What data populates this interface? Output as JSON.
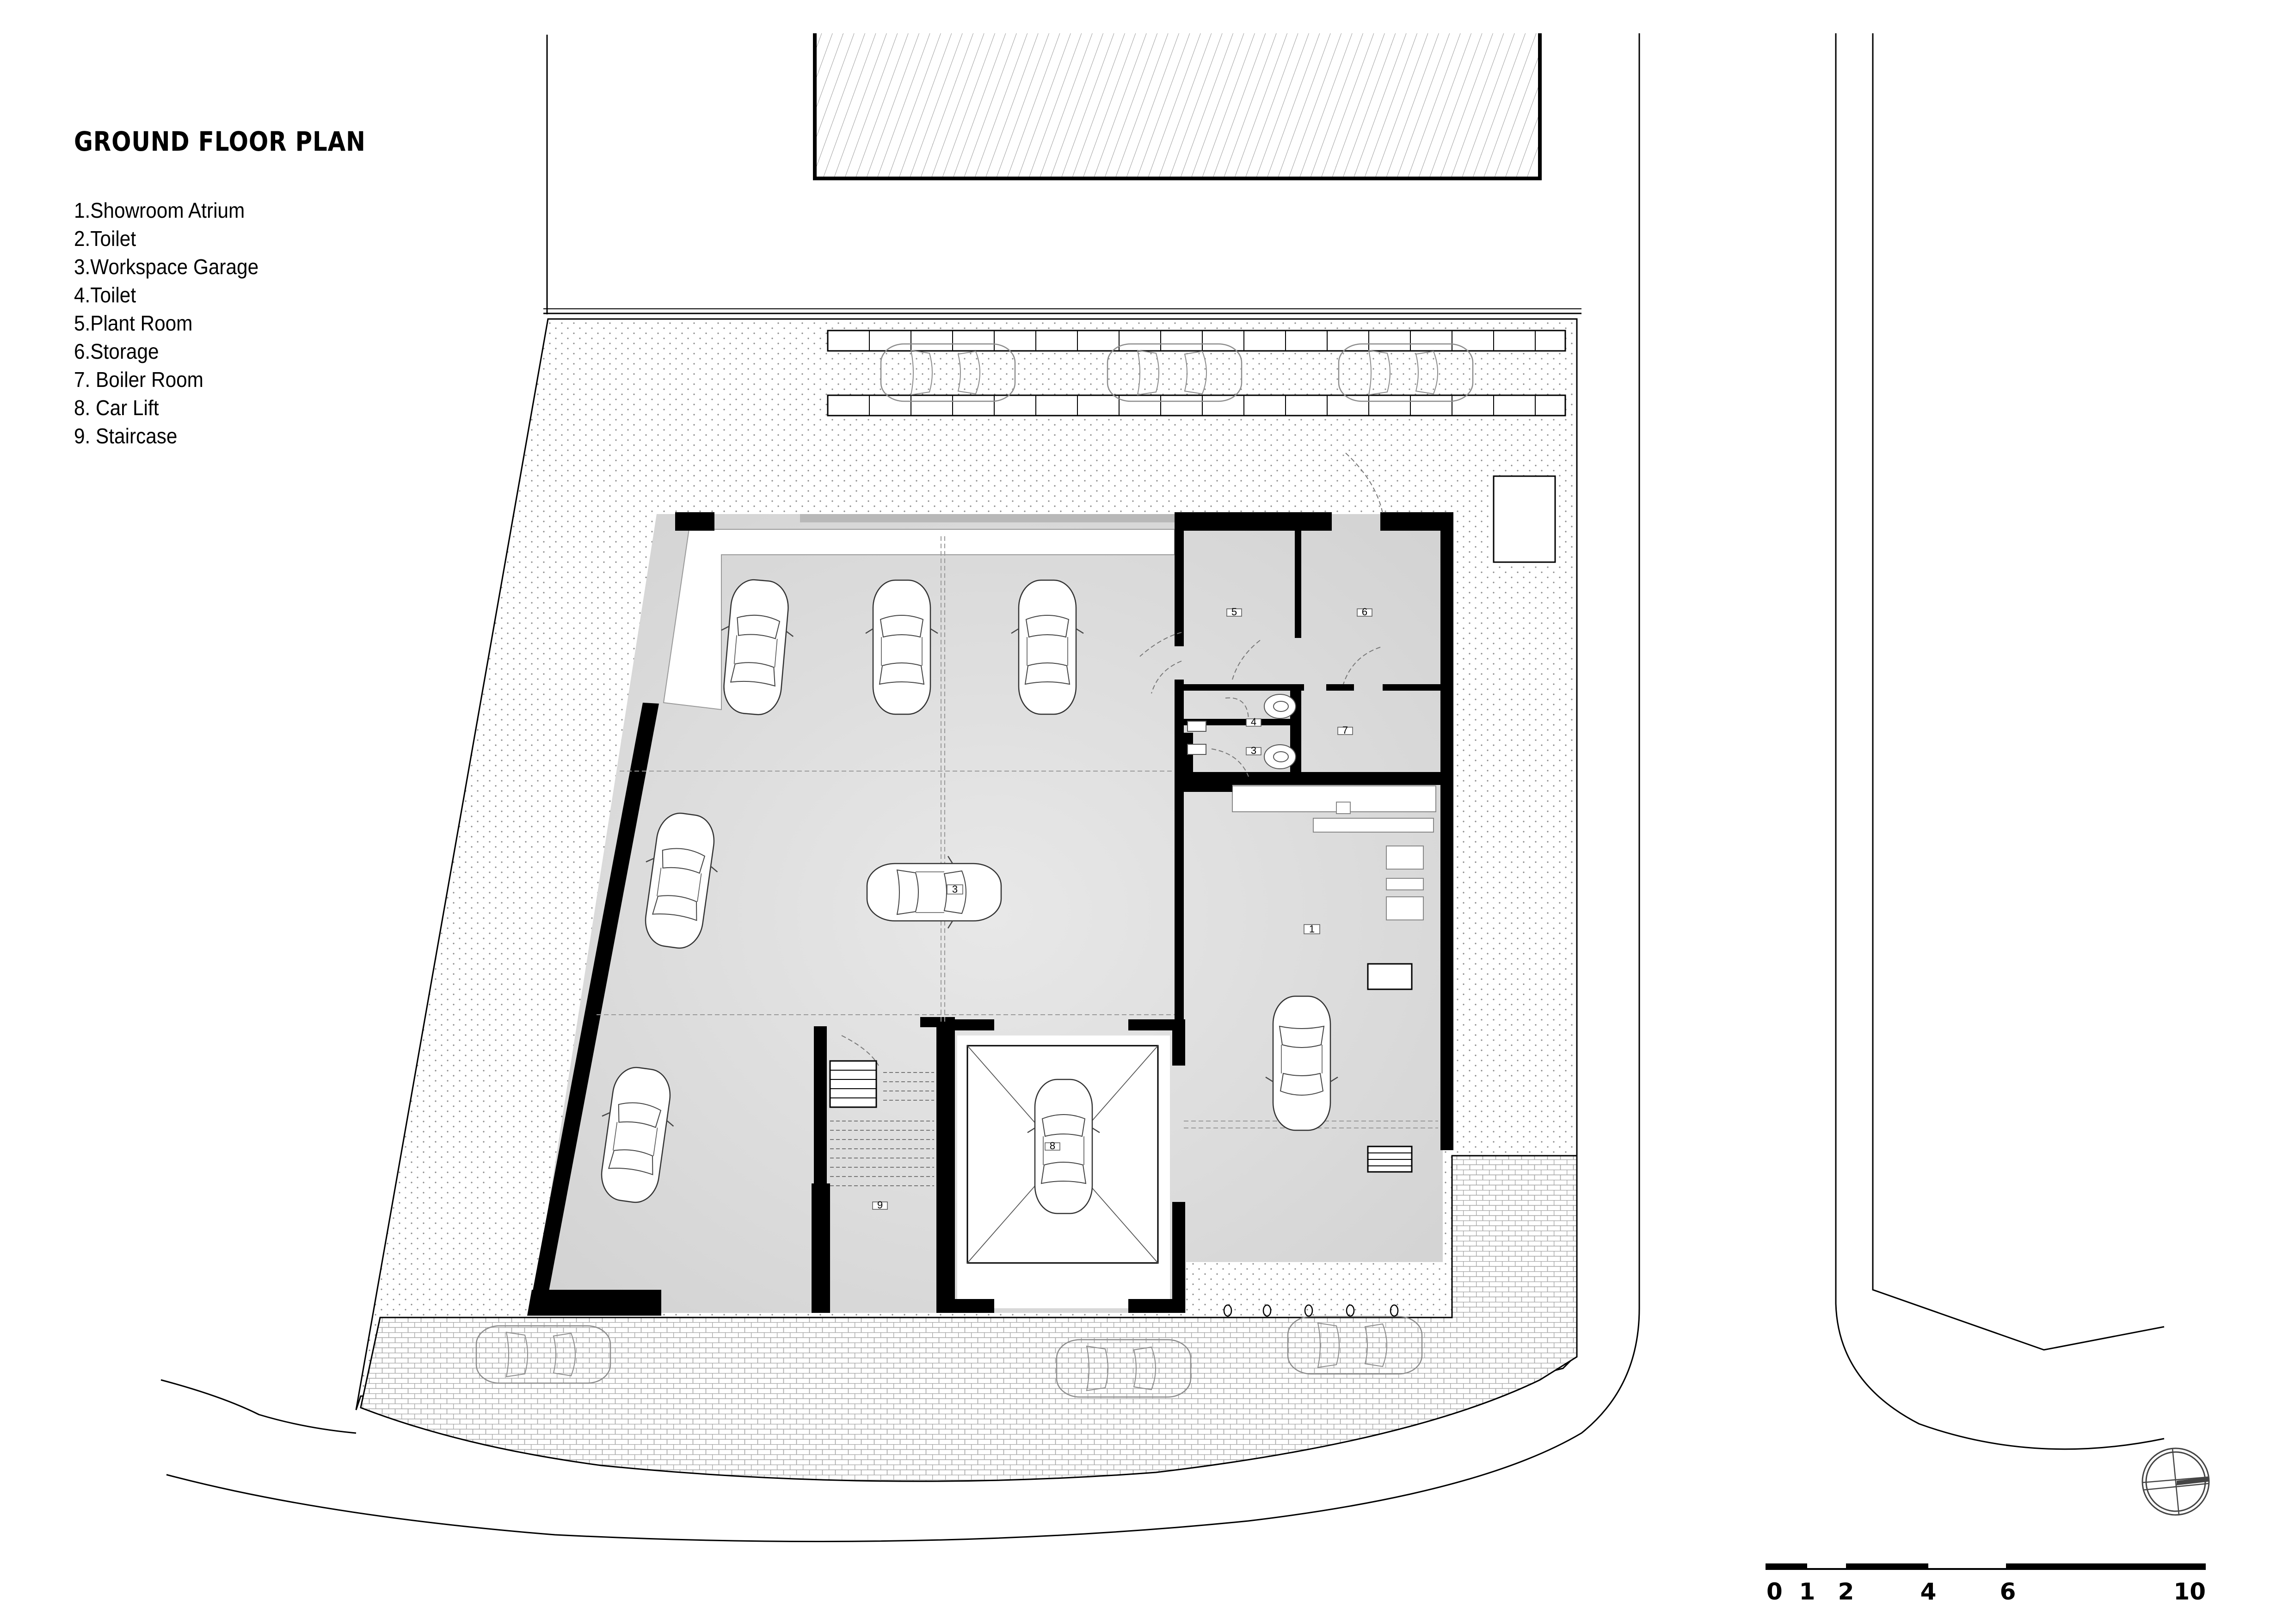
{
  "title": "GROUND FLOOR PLAN",
  "legend": [
    {
      "number": "1",
      "label": "1.Showroom Atrium"
    },
    {
      "number": "2",
      "label": "2.Toilet"
    },
    {
      "number": "3",
      "label": "3.Workspace Garage"
    },
    {
      "number": "4",
      "label": "4.Toilet"
    },
    {
      "number": "5",
      "label": "5.Plant Room"
    },
    {
      "number": "6",
      "label": "6.Storage"
    },
    {
      "number": "7",
      "label": "7. Boiler Room"
    },
    {
      "number": "8",
      "label": "8. Car Lift"
    },
    {
      "number": "9",
      "label": "9. Staircase"
    }
  ],
  "room_tags": {
    "showroom": "1",
    "garage": "3",
    "toilet_lower": "3",
    "toilet_upper": "4",
    "plant_room": "5",
    "storage": "6",
    "boiler_room": "7",
    "car_lift": "8",
    "staircase": "9"
  },
  "scale_bar": {
    "labels": [
      "0",
      "1",
      "2",
      "4",
      "6",
      "10"
    ]
  },
  "colors": {
    "wall": "#000000",
    "floor": "#dedede",
    "floor_dark": "#c8c8c8",
    "paving_line": "#9a9a9a",
    "dot_fill": "#8a8a8a",
    "line": "#000000",
    "background": "#ffffff"
  }
}
